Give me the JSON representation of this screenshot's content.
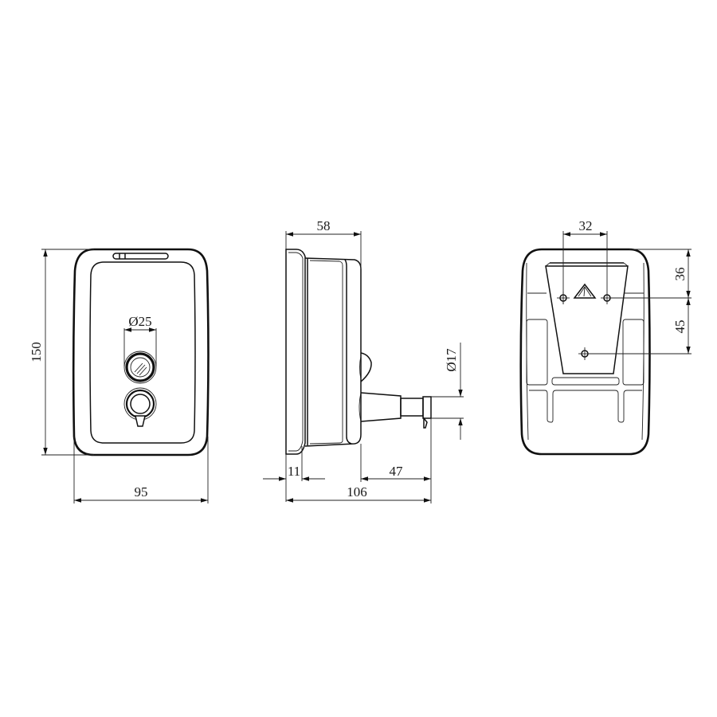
{
  "drawing": {
    "subject": "Wall-mounted soap dispenser — technical drawing",
    "units": "mm",
    "line_color": "#111111",
    "background": "#ffffff"
  },
  "views": {
    "front": {
      "label": "front-view",
      "dimensions": {
        "height": "150",
        "width": "95",
        "window_diameter": "Ø25"
      }
    },
    "side": {
      "label": "side-view",
      "dimensions": {
        "depth_body": "58",
        "back_plate": "11",
        "nozzle_projection": "47",
        "total_depth": "106",
        "nozzle_diameter": "Ø17"
      }
    },
    "back": {
      "label": "back-view",
      "dimensions": {
        "hole_spacing": "32",
        "top_to_holes": "36",
        "holes_to_lower_hole": "45"
      }
    }
  }
}
